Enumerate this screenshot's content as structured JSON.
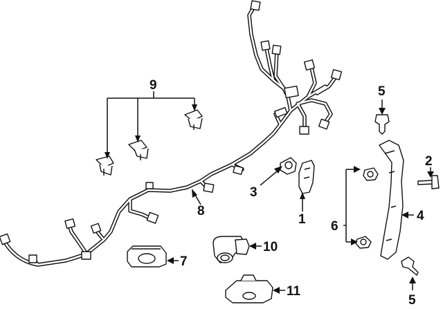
{
  "callouts": [
    {
      "id": "1",
      "label": "1"
    },
    {
      "id": "2",
      "label": "2"
    },
    {
      "id": "3",
      "label": "3"
    },
    {
      "id": "4",
      "label": "4"
    },
    {
      "id": "5a",
      "label": "5"
    },
    {
      "id": "5b",
      "label": "5"
    },
    {
      "id": "6",
      "label": "6"
    },
    {
      "id": "7",
      "label": "7"
    },
    {
      "id": "8",
      "label": "8"
    },
    {
      "id": "9",
      "label": "9"
    },
    {
      "id": "10",
      "label": "10"
    },
    {
      "id": "11",
      "label": "11"
    }
  ]
}
